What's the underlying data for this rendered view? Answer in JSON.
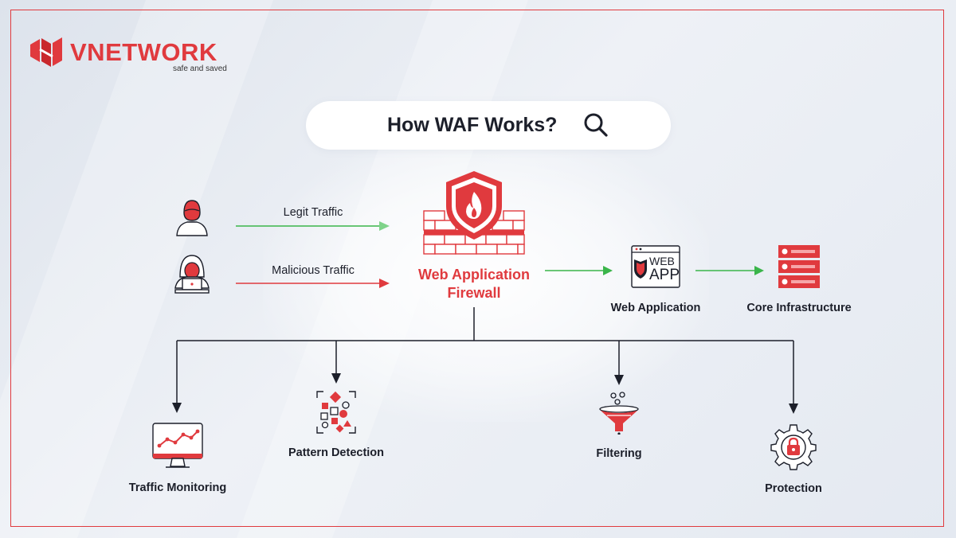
{
  "brand": {
    "name": "VNETWORK",
    "tagline": "safe and saved"
  },
  "title": "How WAF Works?",
  "colors": {
    "accent": "#e03a3e",
    "legit_arrow": "#3ab54a",
    "malicious_arrow": "#e03a3e",
    "text": "#1c1f2a"
  },
  "sources": {
    "legit": "Legit Traffic",
    "malicious": "Malicious Traffic"
  },
  "waf": {
    "line1": "Web Application",
    "line2": "Firewall"
  },
  "web_app": {
    "label": "Web Application",
    "icon_text1": "WEB",
    "icon_text2": "APP"
  },
  "core": {
    "label": "Core Infrastructure"
  },
  "functions": [
    {
      "label": "Traffic Monitoring",
      "icon": "monitor-chart-icon"
    },
    {
      "label": "Pattern Detection",
      "icon": "pattern-detection-icon"
    },
    {
      "label": "Filtering",
      "icon": "funnel-icon"
    },
    {
      "label": "Protection",
      "icon": "gear-lock-icon"
    }
  ]
}
